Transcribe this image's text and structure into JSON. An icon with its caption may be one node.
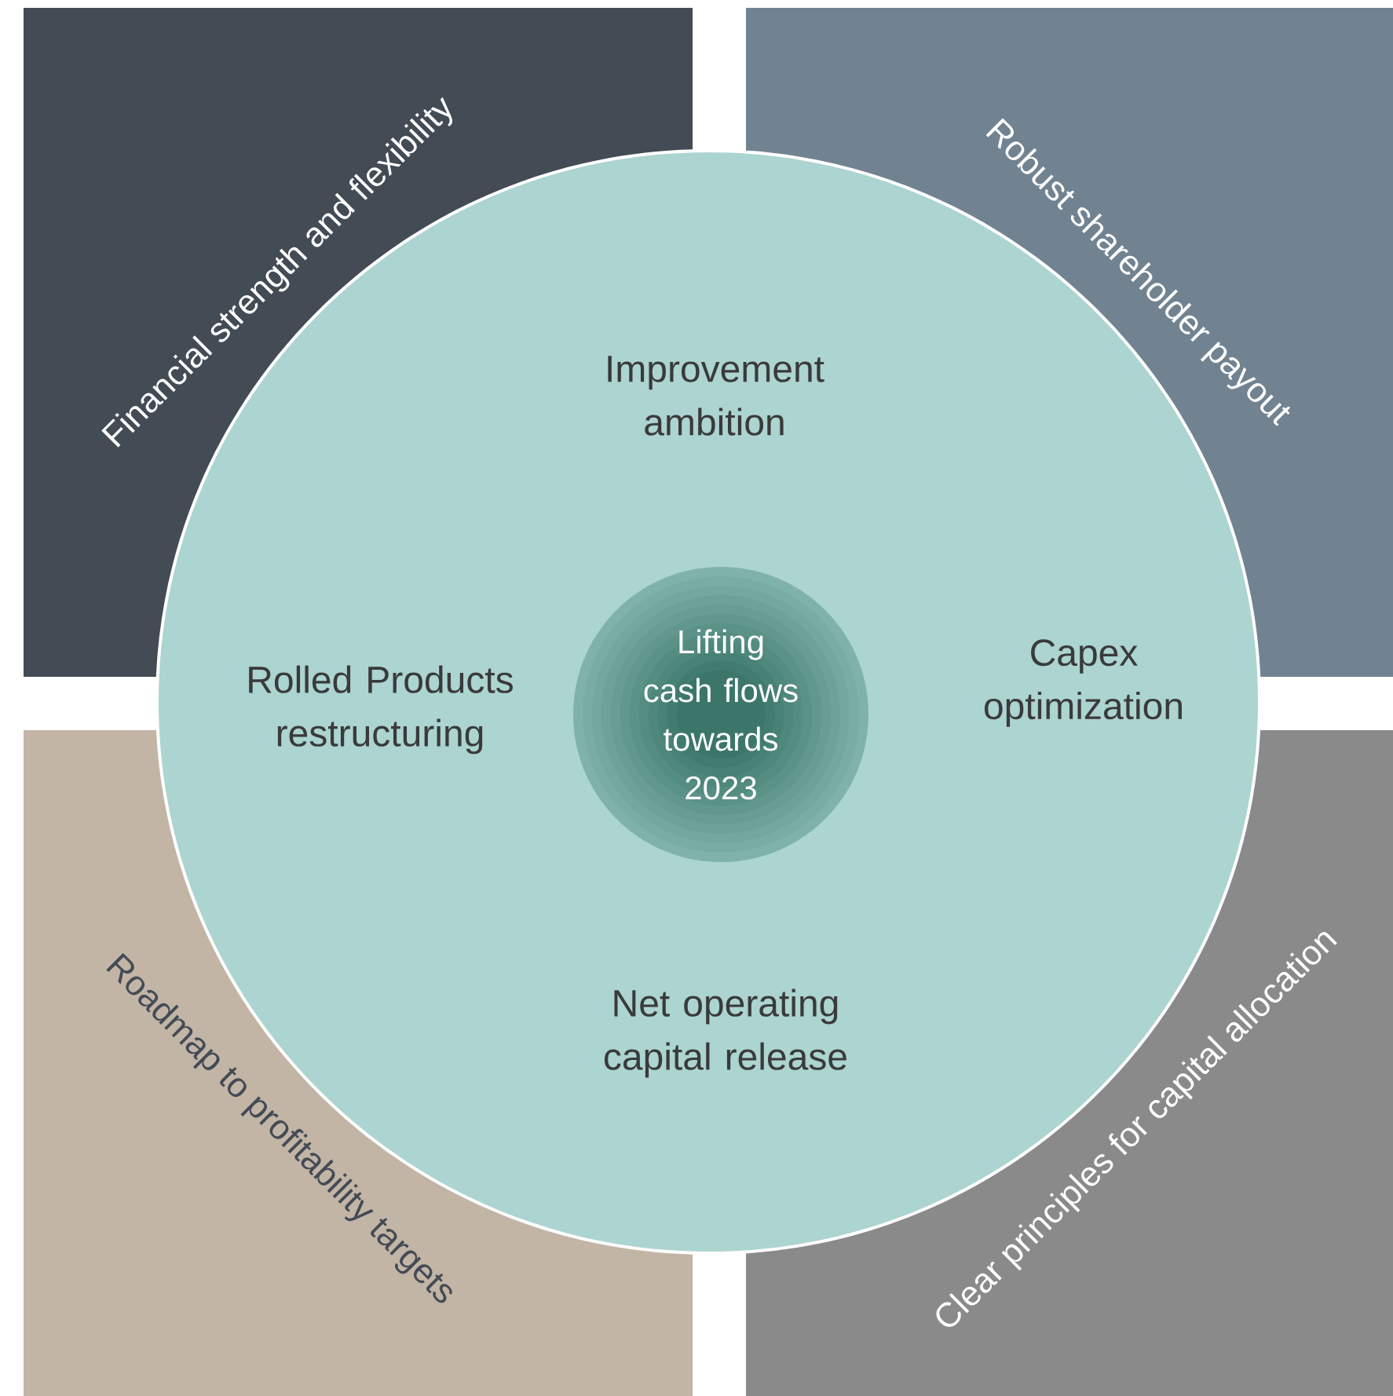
{
  "diagram": {
    "nodes": [
      {
        "text": [
          "Financial strength and flexibility"
        ]
      },
      {
        "text": [
          "Robust shareholder payout"
        ]
      },
      {
        "text": [
          "Roadmap to profitability targets"
        ]
      },
      {
        "text": [
          "Clear principles for capital allocation"
        ]
      },
      {
        "text": [
          "Improvement ambition",
          "Rolled Products restructuring",
          "Capex optimization",
          "Net operating capital release"
        ]
      },
      {
        "text": [
          "Lifting cash flows towards 2023"
        ],
        "in": 4
      }
    ]
  }
}
